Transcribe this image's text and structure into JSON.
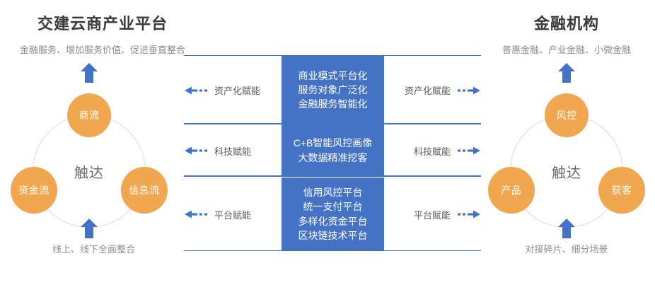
{
  "colors": {
    "blue": "#4472C4",
    "orange": "#F0A750",
    "ring": "#D9D9D9",
    "title_text": "#3A3A3A",
    "muted_text": "#8C8C8C"
  },
  "left_panel": {
    "title": "交建云商产业平台",
    "subtitle": "金融服务、增加服务价值、促进垂直整合",
    "bottom_caption": "线上、线下全面整合",
    "ring_center": "触达",
    "nodes": {
      "top": "商流",
      "left": "资金流",
      "right": "信息流"
    }
  },
  "right_panel": {
    "title": "金融机构",
    "subtitle": "普惠金融、产业金融、小微金融",
    "bottom_caption": "对接碎片、细分场景",
    "ring_center": "触达",
    "nodes": {
      "top": "风控",
      "left": "产品",
      "right": "获客"
    }
  },
  "center": {
    "rows": [
      {
        "left_label": "资产化赋能",
        "right_label": "资产化赋能",
        "box_lines": [
          "商业模式平台化",
          "服务对象广泛化",
          "金融服务智能化"
        ]
      },
      {
        "left_label": "科技赋能",
        "right_label": "科技赋能",
        "box_lines": [
          "C+B智能风控画像",
          "大数据精准挖客"
        ]
      },
      {
        "left_label": "平台赋能",
        "right_label": "平台赋能",
        "box_lines": [
          "信用风控平台",
          "统一支付平台",
          "多样化资金平台",
          "区块链技术平台"
        ]
      }
    ]
  }
}
